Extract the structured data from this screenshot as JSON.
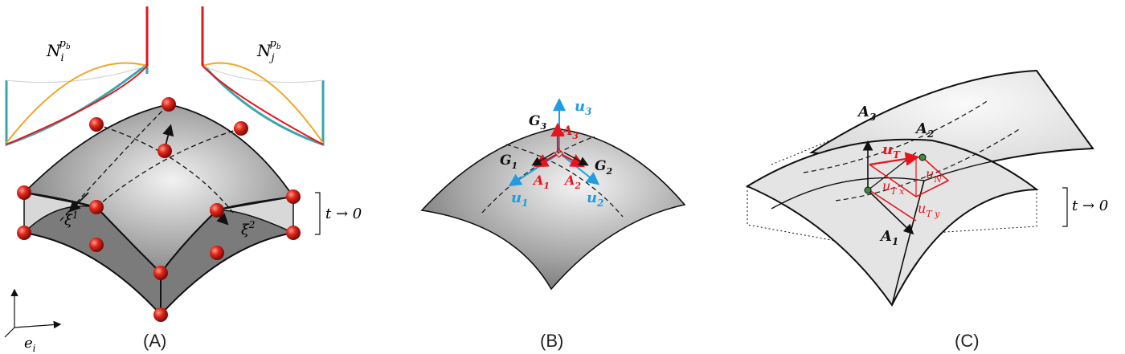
{
  "panels": {
    "a": {
      "caption": "(A)",
      "basis_left": "N",
      "basis_left_sub": "i",
      "basis_left_sup": "p",
      "basis_left_supsub": "b",
      "basis_right": "N",
      "basis_right_sub": "j",
      "basis_right_sup": "p",
      "basis_right_supsub": "b",
      "xi1": "ξ",
      "xi1_sup": "1",
      "xi2": "ξ",
      "xi2_sup": "2",
      "thickness": "t → 0",
      "frame": "e",
      "frame_sub": "i"
    },
    "b": {
      "caption": "(B)",
      "G1": "G",
      "G1_sub": "1",
      "G2": "G",
      "G2_sub": "2",
      "G3": "G",
      "G3_sub": "3",
      "A1": "A",
      "A1_sub": "1",
      "A2": "A",
      "A2_sub": "2",
      "A3": "A",
      "A3_sub": "3",
      "u1": "u",
      "u1_sub": "1",
      "u2": "u",
      "u2_sub": "2",
      "u3": "u",
      "u3_sub": "3"
    },
    "c": {
      "caption": "(C)",
      "A1": "A",
      "A1_sub": "1",
      "A2": "A",
      "A2_sub": "2",
      "A3": "A",
      "A3_sub": "3",
      "uT": "u",
      "uT_sub": "T",
      "uN": "u",
      "uN_sub": "N",
      "uTx": "u",
      "uTx_sub": "T x",
      "uTy": "u",
      "uTy_sub": "T y",
      "thickness": "t → 0"
    }
  },
  "colors": {
    "red": "#e8141c",
    "blue": "#1f9de0",
    "teal": "#3aa6a8",
    "orange": "#f0a626",
    "gray_surface": "#8a8a8a",
    "dark": "#111111"
  }
}
